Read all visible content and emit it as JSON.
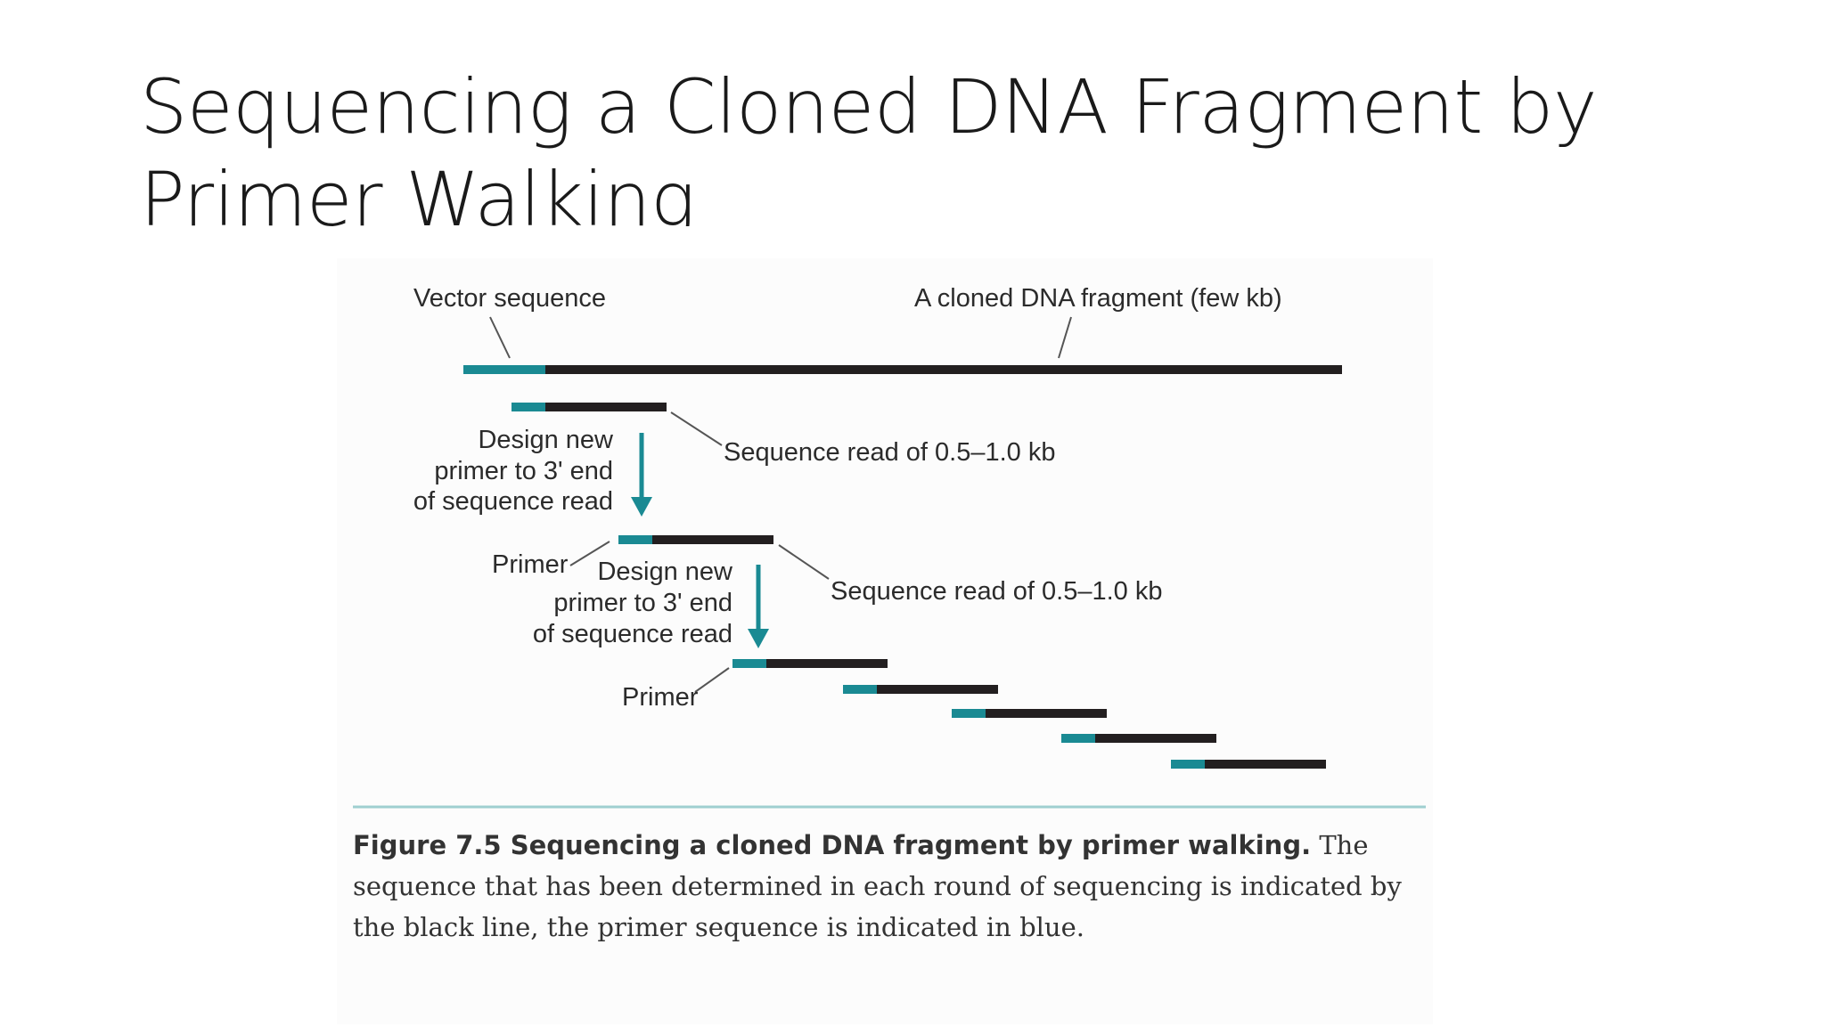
{
  "slide": {
    "title": "Sequencing a Cloned DNA Fragment by Primer Walking"
  },
  "diagram": {
    "labels": {
      "vector_sequence": "Vector sequence",
      "cloned_fragment": "A cloned DNA fragment (few kb)",
      "seq_read_1": "Sequence read of 0.5–1.0 kb",
      "seq_read_2": "Sequence read of 0.5–1.0 kb",
      "design_1_line1": "Design new",
      "design_1_line2": "primer to 3' end",
      "design_1_line3": "of sequence read",
      "design_2_line1": "Design new",
      "design_2_line2": "primer to 3' end",
      "design_2_line3": "of sequence read",
      "primer_1": "Primer",
      "primer_2": "Primer"
    },
    "colors": {
      "primer": "#1a8a93",
      "sequence": "#231f20",
      "arrow": "#1a8a93",
      "divider": "#9fcfd0"
    }
  },
  "caption": {
    "figure_label": "Figure 7.5 Sequencing a cloned DNA fragment by primer walking.",
    "text": " The sequence that has been determined in each round of sequencing is indicated by the black line, the primer sequence is indicated in blue."
  }
}
